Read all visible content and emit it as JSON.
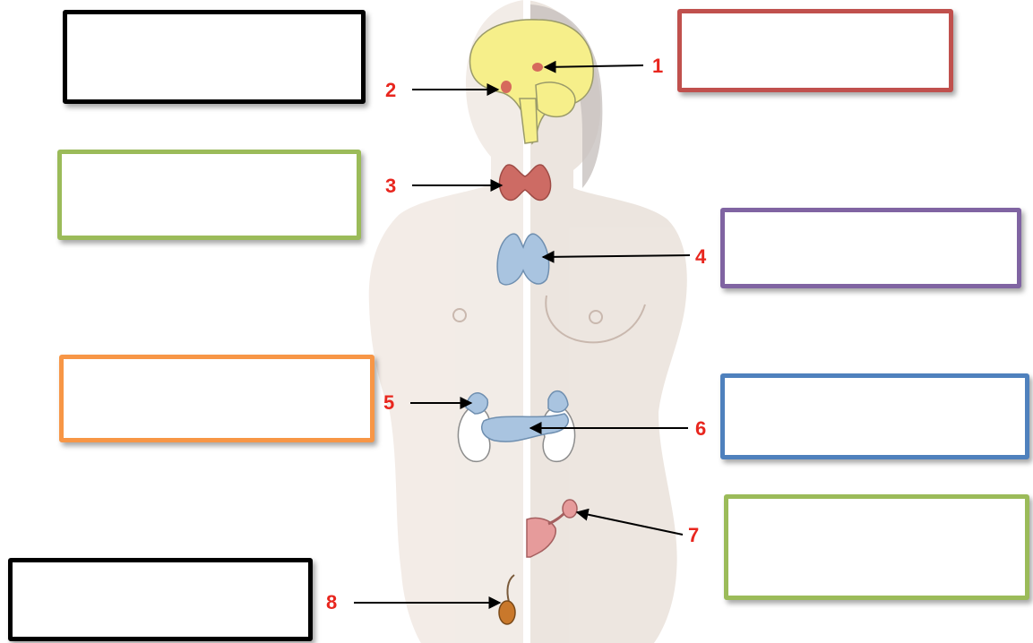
{
  "labels": {
    "n1": "1",
    "n2": "2",
    "n3": "3",
    "n4": "4",
    "n5": "5",
    "n6": "6",
    "n7": "7",
    "n8": "8"
  },
  "colors": {
    "number": "#e8261e",
    "box_black": "#000000",
    "box_red": "#c0504d",
    "box_green": "#9bbb59",
    "box_purple": "#8064a2",
    "box_orange": "#f79646",
    "box_blue": "#4f81bd",
    "body_skin": "#eadfd8",
    "brain": "#f6ef8a",
    "thyroid": "#cd6b64",
    "gland_blue": "#a9c4e0",
    "ovary": "#e69b9b",
    "testis": "#c9782b"
  },
  "answer_boxes": [
    {
      "id": "box-top-left",
      "color": "box_black",
      "value": ""
    },
    {
      "id": "box-top-right",
      "color": "box_red",
      "value": ""
    },
    {
      "id": "box-mid-left",
      "color": "box_green",
      "value": ""
    },
    {
      "id": "box-mid-right",
      "color": "box_purple",
      "value": ""
    },
    {
      "id": "box-lower-left",
      "color": "box_orange",
      "value": ""
    },
    {
      "id": "box-lower-right",
      "color": "box_blue",
      "value": ""
    },
    {
      "id": "box-bottom-right",
      "color": "box_green",
      "value": ""
    },
    {
      "id": "box-bottom-left",
      "color": "box_black",
      "value": ""
    }
  ]
}
